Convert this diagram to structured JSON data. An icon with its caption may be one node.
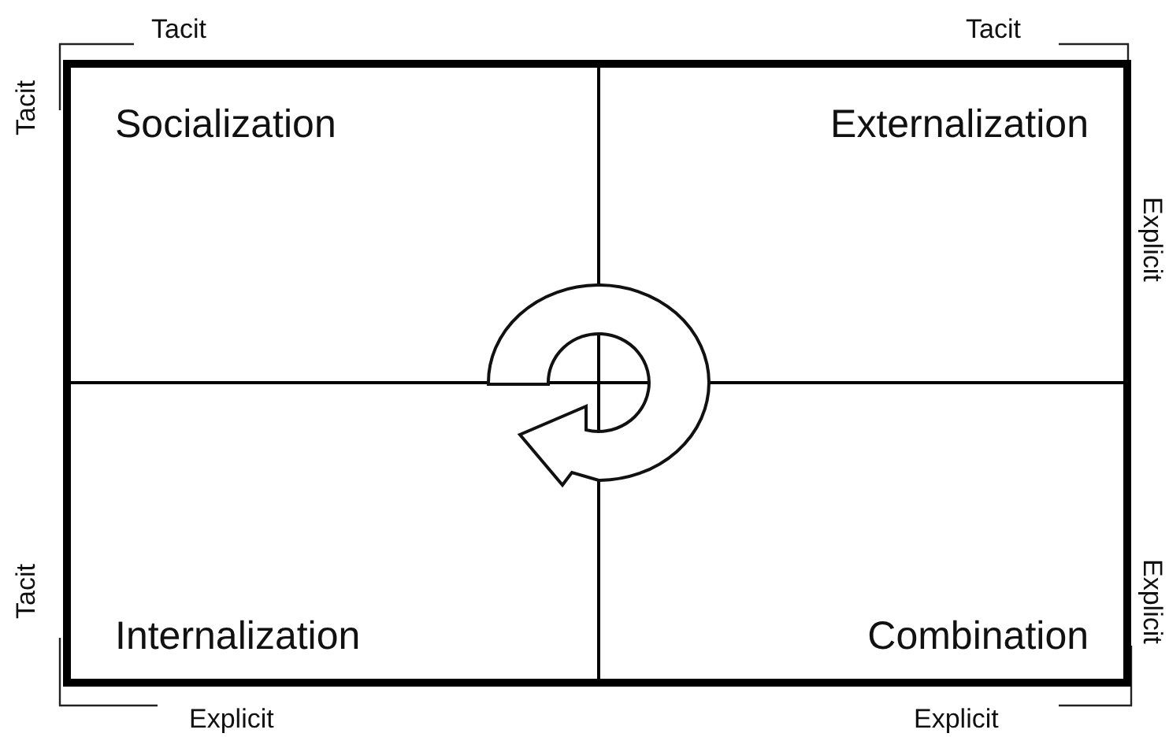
{
  "diagram": {
    "nodes": [
      {
        "text": [
          "Socialization"
        ]
      },
      {
        "text": [
          "Externalization"
        ]
      },
      {
        "text": [
          "Internalization"
        ]
      },
      {
        "text": [
          "Combination"
        ]
      }
    ],
    "labels": [
      "Tacit",
      "Tacit",
      "Tacit",
      "Explicit",
      "Explicit",
      "Tacit",
      "Explicit",
      "Explicit"
    ]
  }
}
